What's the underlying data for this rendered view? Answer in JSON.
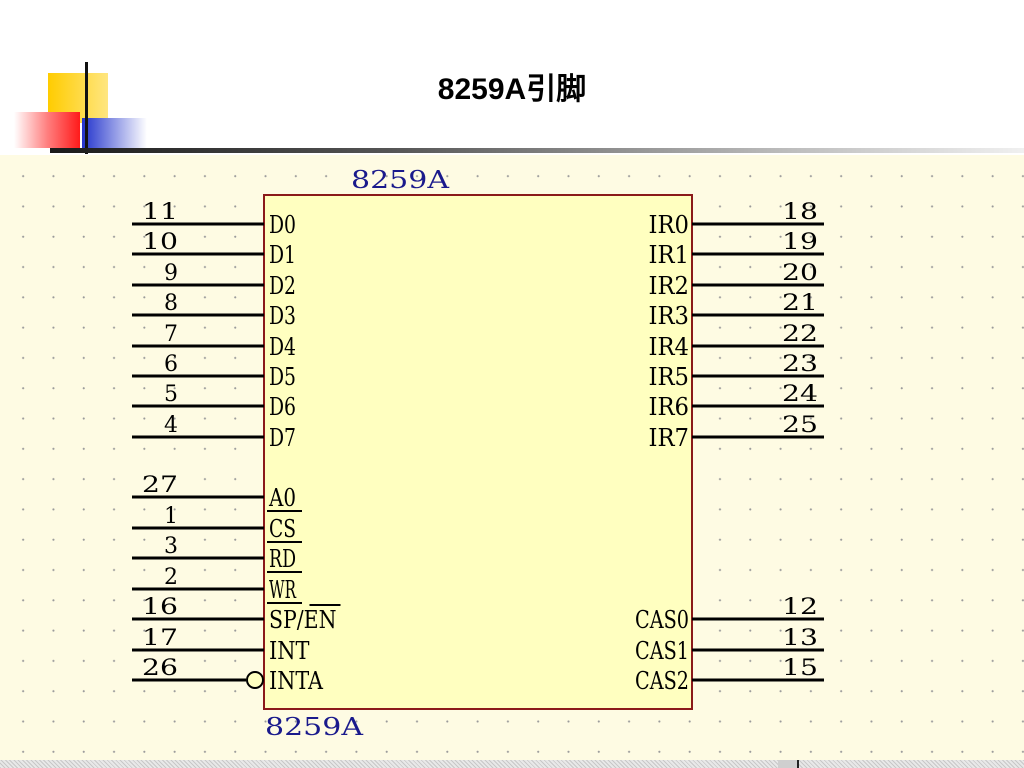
{
  "title": "8259A引脚",
  "chip": {
    "top_label": "8259A",
    "bottom_label": "8259A"
  },
  "left_pins": [
    {
      "num": "11",
      "name": "D0"
    },
    {
      "num": "10",
      "name": "D1"
    },
    {
      "num": "9",
      "name": "D2"
    },
    {
      "num": "8",
      "name": "D3"
    },
    {
      "num": "7",
      "name": "D4"
    },
    {
      "num": "6",
      "name": "D5"
    },
    {
      "num": "5",
      "name": "D6"
    },
    {
      "num": "4",
      "name": "D7"
    },
    {
      "num": "27",
      "name": "A0"
    },
    {
      "num": "1",
      "name": "CS"
    },
    {
      "num": "3",
      "name": "RD"
    },
    {
      "num": "2",
      "name": "WR"
    },
    {
      "num": "16",
      "name": "SP/EN"
    },
    {
      "num": "17",
      "name": "INT"
    },
    {
      "num": "26",
      "name": "INTA"
    }
  ],
  "right_pins": [
    {
      "num": "18",
      "name": "IR0"
    },
    {
      "num": "19",
      "name": "IR1"
    },
    {
      "num": "20",
      "name": "IR2"
    },
    {
      "num": "21",
      "name": "IR3"
    },
    {
      "num": "22",
      "name": "IR4"
    },
    {
      "num": "23",
      "name": "IR5"
    },
    {
      "num": "24",
      "name": "IR6"
    },
    {
      "num": "25",
      "name": "IR7"
    },
    {
      "num": "12",
      "name": "CAS0"
    },
    {
      "num": "13",
      "name": "CAS1"
    },
    {
      "num": "15",
      "name": "CAS2"
    }
  ],
  "colors": {
    "chip_fill": "#ffffc0",
    "chip_border": "#8b1a1a",
    "chip_label": "#1a1a8c",
    "wire": "#000000",
    "text": "#000000"
  }
}
